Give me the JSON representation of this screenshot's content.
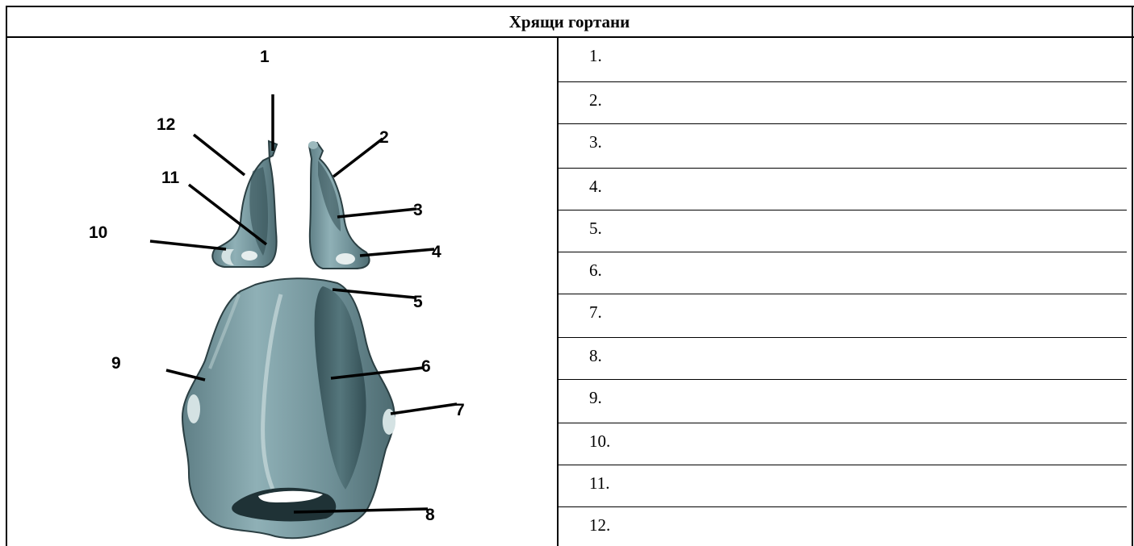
{
  "table": {
    "title": "Хрящи гортани"
  },
  "figure": {
    "callouts": [
      "1",
      "2",
      "3",
      "4",
      "5",
      "6",
      "7",
      "8",
      "9",
      "10",
      "11",
      "12"
    ],
    "cartilage_color": "#7f9ea6",
    "cartilage_shadow": "#3c5a60",
    "cartilage_highlight": "#c9dadb"
  },
  "answers": {
    "rows": [
      "1.",
      "2.",
      "3.",
      "4.",
      "5.",
      "6.",
      "7.",
      "8.",
      "9.",
      "10.",
      "11.",
      "12."
    ]
  }
}
